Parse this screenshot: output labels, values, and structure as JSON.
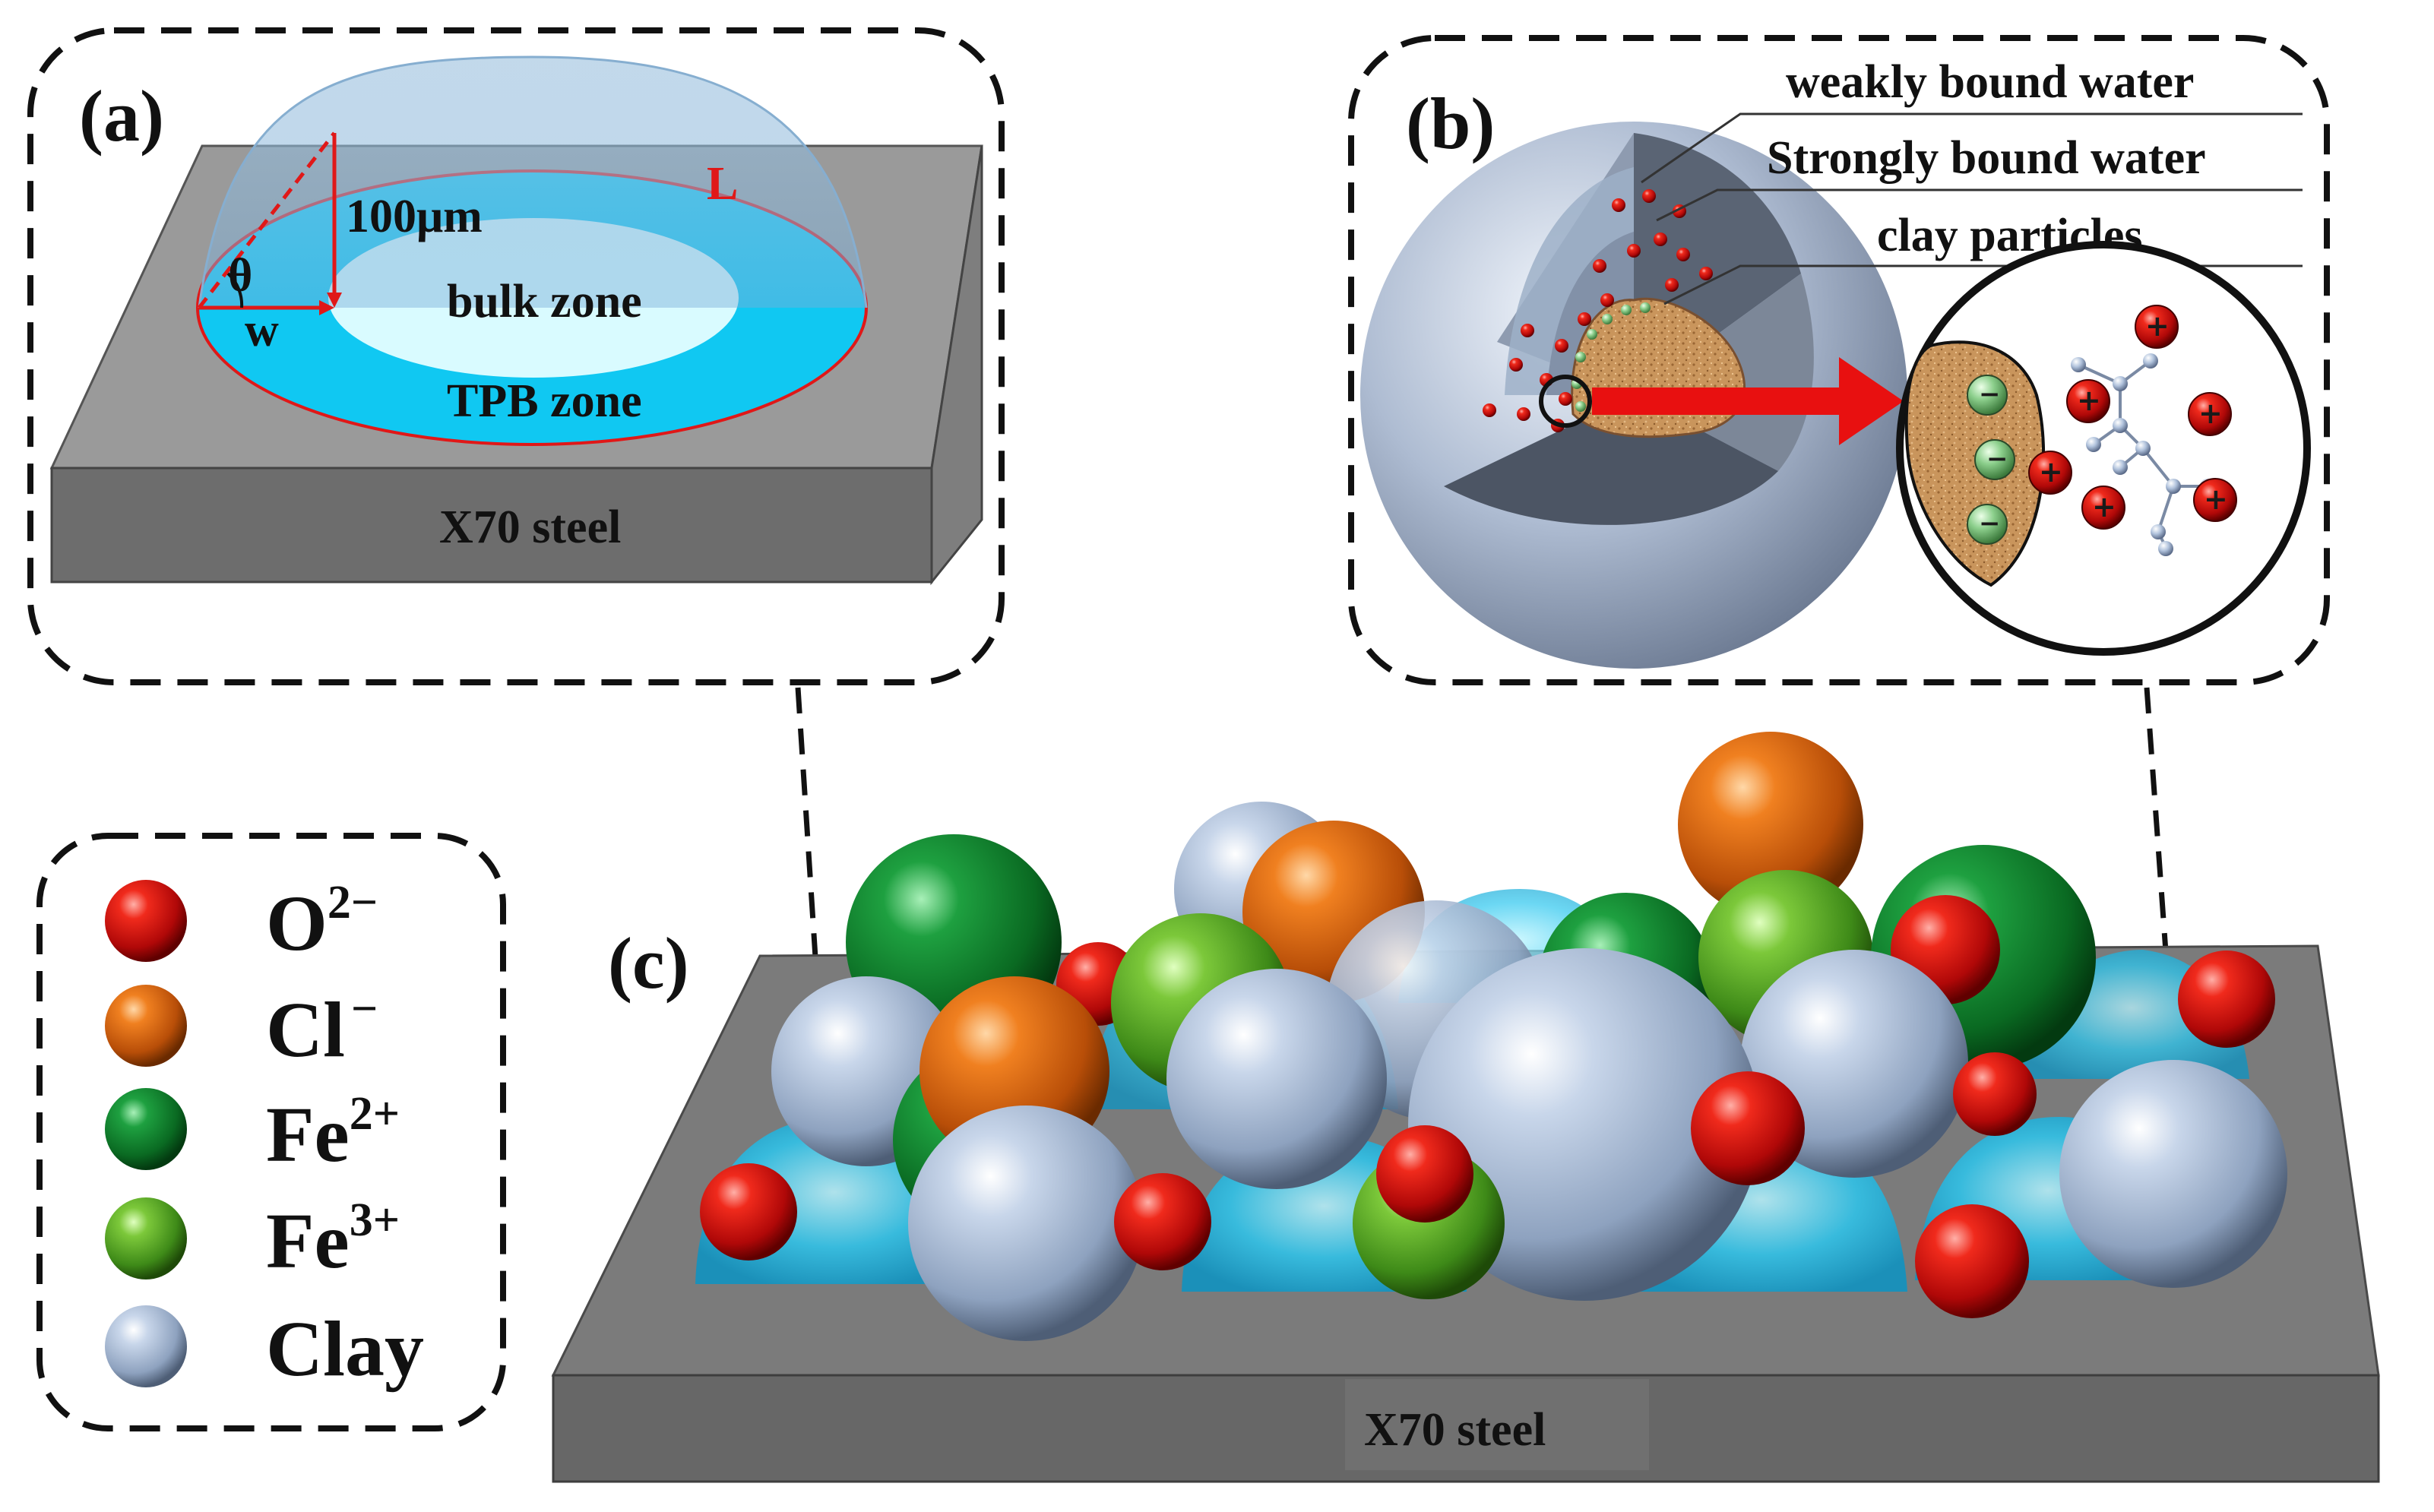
{
  "panels": {
    "a": {
      "label": "(a)",
      "height_label": "100μm",
      "length_label": "L",
      "angle_label": "θ",
      "width_label": "w",
      "bulk_label": "bulk zone",
      "tpb_label": "TPB zone",
      "steel_label": "X70 steel"
    },
    "b": {
      "label": "(b)",
      "layers": [
        "weakly bound water",
        "Strongly bound water",
        "clay particles"
      ]
    },
    "c": {
      "label": "(c)",
      "steel_label": "X70 steel"
    }
  },
  "legend": {
    "items": [
      {
        "base": "O",
        "sup": "2−",
        "color": "#d81010",
        "icon": "o2-ion-sphere"
      },
      {
        "base": "Cl",
        "sup": "−",
        "color": "#e06a10",
        "icon": "cl-ion-sphere"
      },
      {
        "base": "Fe",
        "sup": "2+",
        "color": "#128a2e",
        "icon": "fe2-ion-sphere"
      },
      {
        "base": "Fe",
        "sup": "3+",
        "color": "#6ab82e",
        "icon": "fe3-ion-sphere"
      },
      {
        "base": "Clay",
        "sup": "",
        "color": "#a9bdd8",
        "icon": "clay-particle-sphere"
      }
    ]
  },
  "colors": {
    "steel_top": "#9a9a9a",
    "steel_front": "#6d6d6d",
    "water": "#12c8f0",
    "arrow": "#e81010"
  }
}
